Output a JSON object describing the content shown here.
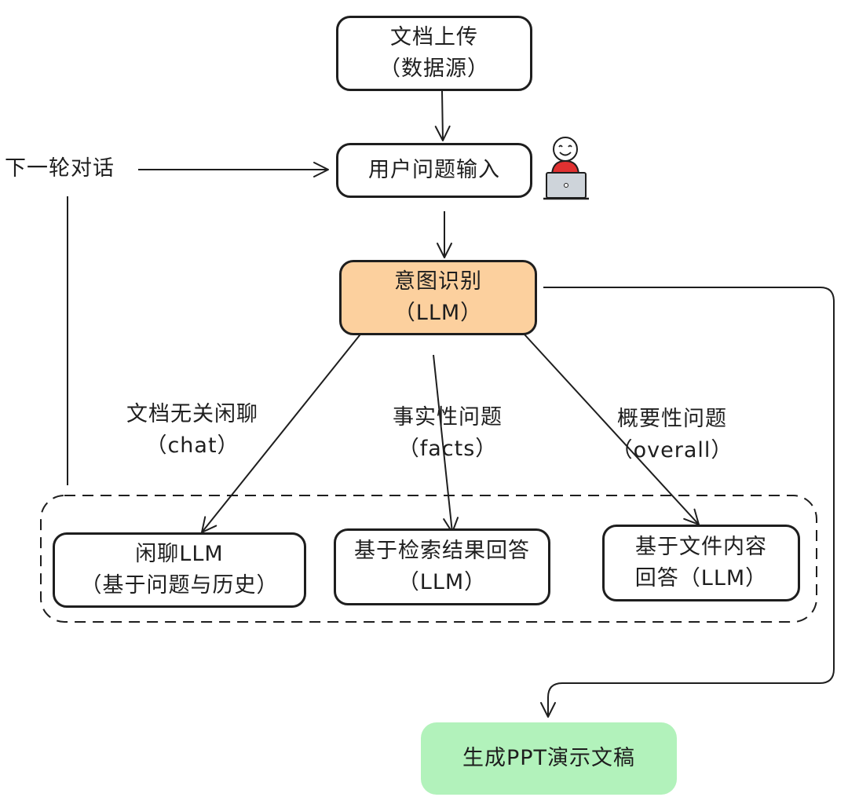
{
  "nodes": {
    "upload": {
      "line1": "文档上传",
      "line2": "（数据源）"
    },
    "question": {
      "line1": "用户问题输入"
    },
    "intent": {
      "line1": "意图识别",
      "line2": "（LLM）",
      "fill": "#fcd09e"
    },
    "chat_llm": {
      "line1": "闲聊LLM",
      "line2": "（基于问题与历史）"
    },
    "retrieval": {
      "line1": "基于检索结果回答",
      "line2": "（LLM）"
    },
    "file_content": {
      "line1": "基于文件内容",
      "line2": "回答（LLM）"
    },
    "ppt": {
      "line1": "生成PPT演示文稿",
      "fill": "#b2f2bb"
    }
  },
  "edge_labels": {
    "next_round": "下一轮对话",
    "chat": {
      "line1": "文档无关闲聊",
      "line2": "（chat）"
    },
    "facts": {
      "line1": "事实性问题",
      "line2": "（facts）"
    },
    "overall": {
      "line1": "概要性问题",
      "line2": "（overall）"
    }
  },
  "colors": {
    "stroke": "#1e1e1e",
    "person_shirt": "#e03131",
    "laptop": "#ced4da"
  },
  "icons": {
    "user": "user-at-laptop-icon"
  }
}
